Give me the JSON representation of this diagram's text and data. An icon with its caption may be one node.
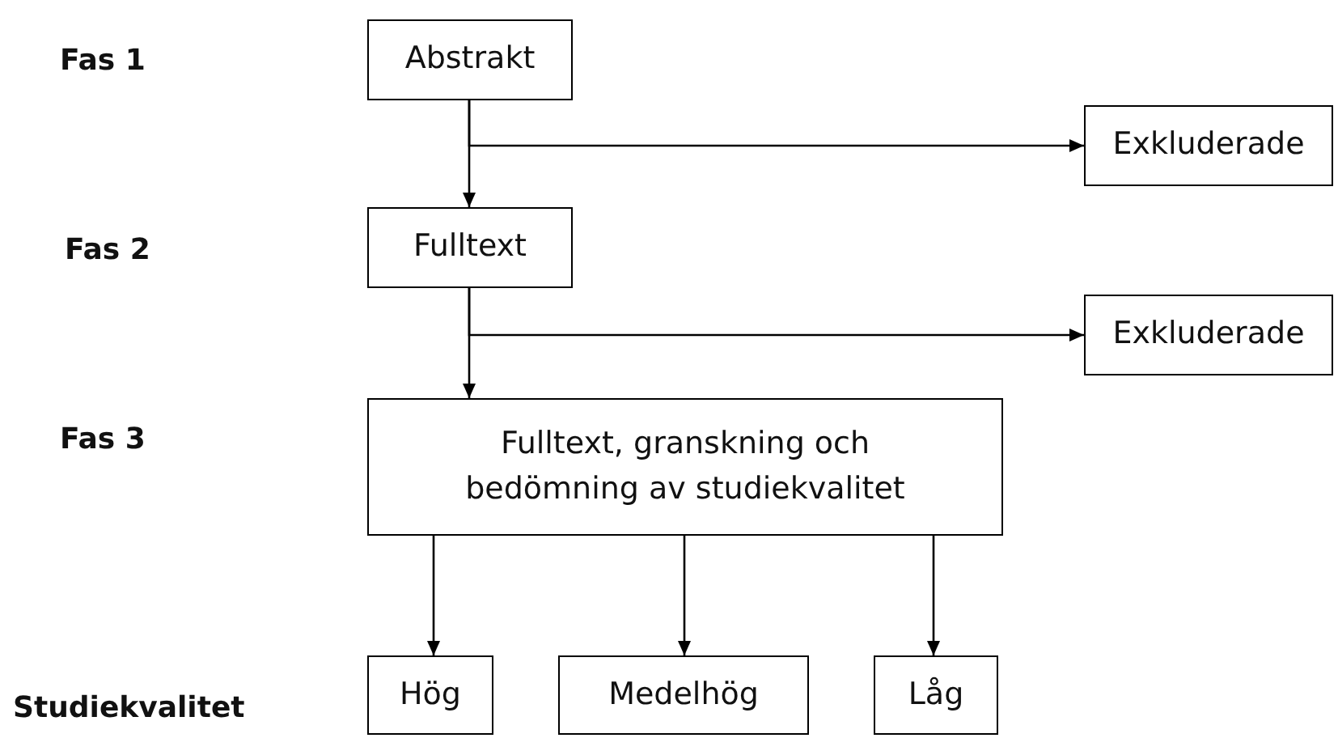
{
  "diagram": {
    "nodes": [
      {
        "text": [
          "Abstrakt"
        ]
      },
      {
        "text": [
          "Exkluderade"
        ]
      },
      {
        "text": [
          "Fulltext"
        ]
      },
      {
        "text": [
          "Exkluderade"
        ]
      },
      {
        "text": [
          "Fulltext, granskning och bedömning av studiekvalitet"
        ]
      },
      {
        "text": [
          "Hög"
        ]
      },
      {
        "text": [
          "Medelhög"
        ]
      },
      {
        "text": [
          "Låg"
        ]
      }
    ],
    "edges": [
      {
        "from": 0,
        "to": 2,
        "arrow": "to"
      },
      {
        "from": 0,
        "to": 1,
        "arrow": "to"
      },
      {
        "from": 2,
        "to": 4,
        "arrow": "to"
      },
      {
        "from": 2,
        "to": 3,
        "arrow": "to"
      },
      {
        "from": 4,
        "to": 5,
        "arrow": "to"
      },
      {
        "from": 4,
        "to": 6,
        "arrow": "to"
      },
      {
        "from": 4,
        "to": 7,
        "arrow": "to"
      }
    ],
    "labels": [
      "Fas 1",
      "Fas 2",
      "Fas 3",
      "Studiekvalitet"
    ]
  }
}
